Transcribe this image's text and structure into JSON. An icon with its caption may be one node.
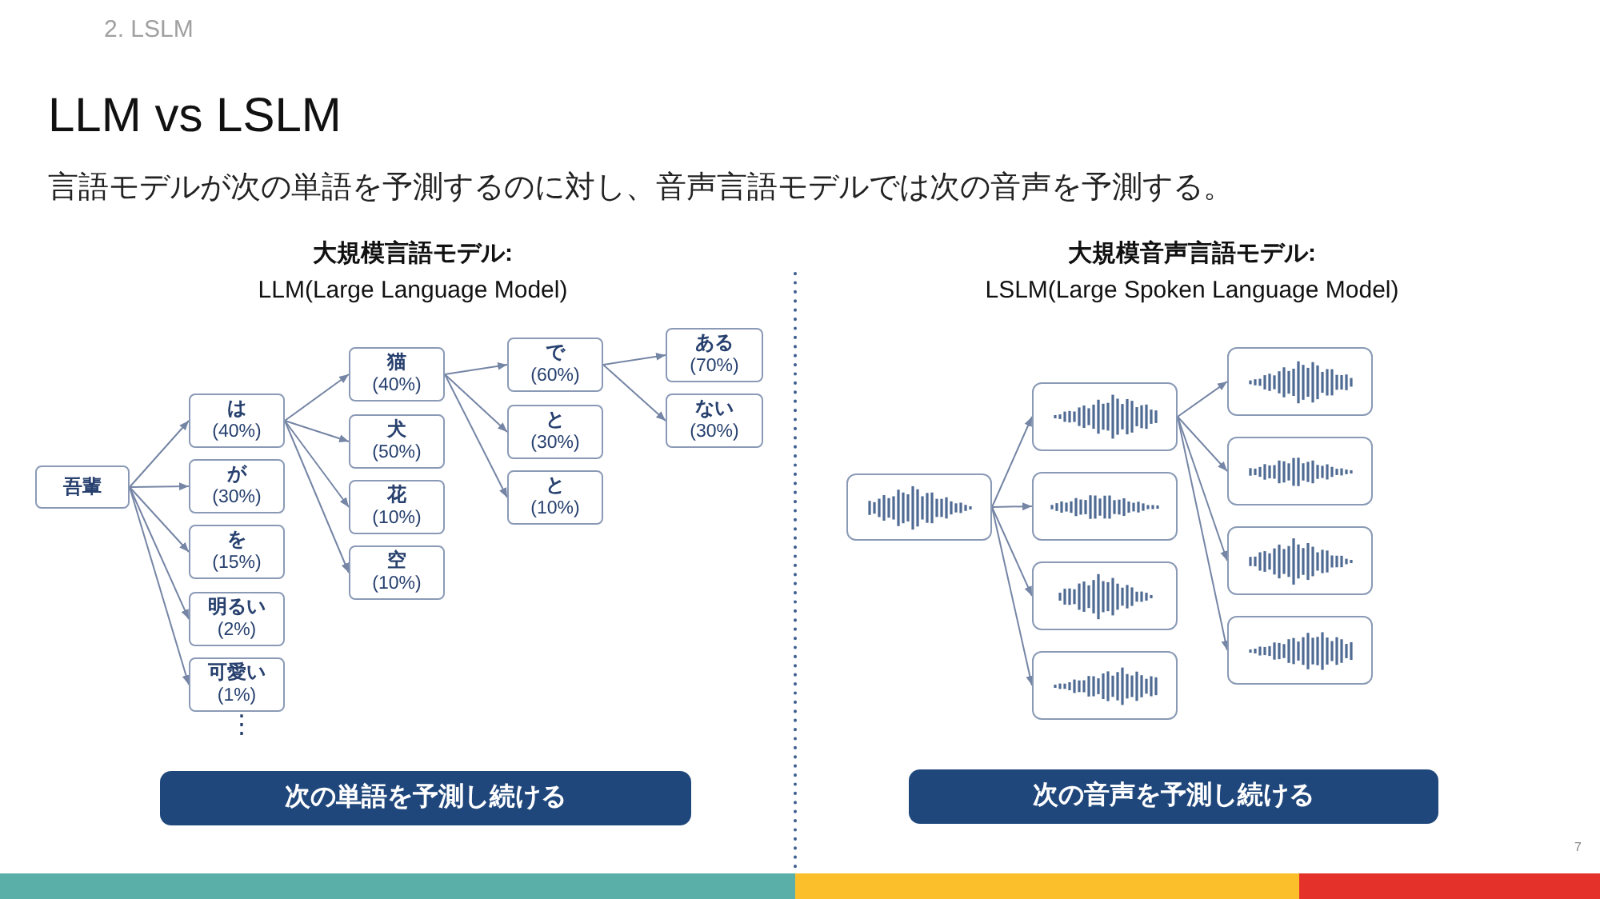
{
  "diagram": {
    "title": "LLM vs LSLM",
    "nodes": [
      {
        "text": [
          "吾輩"
        ]
      },
      {
        "text": [
          "は",
          "(40%)"
        ]
      },
      {
        "text": [
          "が",
          "(30%)"
        ]
      },
      {
        "text": [
          "を",
          "(15%)"
        ]
      },
      {
        "text": [
          "明るい",
          "(2%)"
        ]
      },
      {
        "text": [
          "可愛い",
          "(1%)"
        ]
      },
      {
        "text": [
          "猫",
          "(40%)"
        ]
      },
      {
        "text": [
          "犬",
          "(50%)"
        ]
      },
      {
        "text": [
          "花",
          "(10%)"
        ]
      },
      {
        "text": [
          "空",
          "(10%)"
        ]
      },
      {
        "text": [
          "で",
          "(60%)"
        ]
      },
      {
        "text": [
          "と",
          "(30%)"
        ]
      },
      {
        "text": [
          "と",
          "(10%)"
        ]
      },
      {
        "text": [
          "ある",
          "(70%)"
        ]
      },
      {
        "text": [
          "ない",
          "(30%)"
        ]
      },
      {
        "text": [],
        "shape": "picture"
      },
      {
        "text": [],
        "shape": "picture"
      },
      {
        "text": [],
        "shape": "picture"
      },
      {
        "text": [],
        "shape": "picture"
      },
      {
        "text": [],
        "shape": "picture"
      },
      {
        "text": [],
        "shape": "picture"
      },
      {
        "text": [],
        "shape": "picture"
      },
      {
        "text": [],
        "shape": "picture"
      },
      {
        "text": [],
        "shape": "picture"
      },
      {
        "text": [
          "次の単語を予測し続ける"
        ]
      },
      {
        "text": [
          "次の音声を予測し続ける"
        ]
      }
    ],
    "edges": [
      {
        "from": 0,
        "to": 1,
        "arrow": "to"
      },
      {
        "from": 0,
        "to": 2,
        "arrow": "to"
      },
      {
        "from": 0,
        "to": 3,
        "arrow": "to"
      },
      {
        "from": 0,
        "to": 4,
        "arrow": "to"
      },
      {
        "from": 0,
        "to": 5,
        "arrow": "to"
      },
      {
        "from": 1,
        "to": 6,
        "arrow": "to"
      },
      {
        "from": 1,
        "to": 7,
        "arrow": "to"
      },
      {
        "from": 1,
        "to": 8,
        "arrow": "to"
      },
      {
        "from": 1,
        "to": 9,
        "arrow": "to"
      },
      {
        "from": 6,
        "to": 10,
        "arrow": "to"
      },
      {
        "from": 6,
        "to": 11,
        "arrow": "to"
      },
      {
        "from": 6,
        "to": 12,
        "arrow": "to"
      },
      {
        "from": 10,
        "to": 13,
        "arrow": "to"
      },
      {
        "from": 10,
        "to": 14,
        "arrow": "to"
      },
      {
        "from": 15,
        "to": 16,
        "arrow": "to"
      },
      {
        "from": 15,
        "to": 17,
        "arrow": "to"
      },
      {
        "from": 15,
        "to": 18,
        "arrow": "to"
      },
      {
        "from": 15,
        "to": 19,
        "arrow": "to"
      },
      {
        "from": 16,
        "to": 20,
        "arrow": "to"
      },
      {
        "from": 16,
        "to": 21,
        "arrow": "to"
      },
      {
        "from": 16,
        "to": 22,
        "arrow": "to"
      },
      {
        "from": 16,
        "to": 23,
        "arrow": "to"
      }
    ],
    "labels": [
      "2. LSLM",
      "言語モデルが次の単語を予測するのに対し、音声言語モデルでは次の音声を予測する。",
      "大規模言語モデル:",
      "LLM(Large Language Model)",
      "大規模音声言語モデル:",
      "LSLM(Large Spoken Language Model)",
      "⋮",
      "7"
    ]
  }
}
